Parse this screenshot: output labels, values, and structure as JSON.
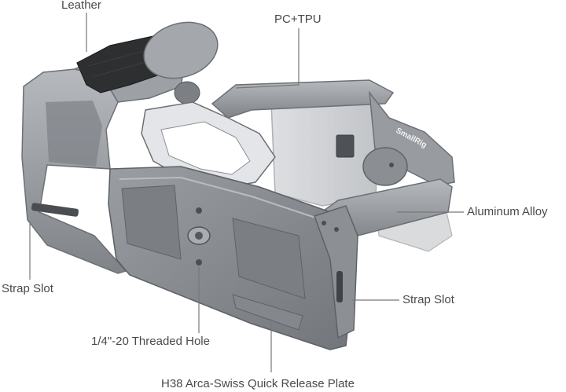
{
  "product": {
    "subject": "camera-cage",
    "brand_mark": "SmallRig",
    "colors": {
      "body": "#8e9297",
      "body_dark": "#6c7075",
      "body_light": "#b3b6ba",
      "leather": "#2e2f31",
      "insert": "#c9ccd0",
      "leader": "#777777",
      "text": "#4a4a4a"
    }
  },
  "callouts": {
    "leather": "Leather",
    "pc_tpu": "PC+TPU",
    "aluminum_alloy": "Aluminum Alloy",
    "strap_slot_left": "Strap Slot",
    "strap_slot_right": "Strap Slot",
    "threaded_hole": "1/4\"-20 Threaded Hole",
    "quick_release_plate": "H38 Arca-Swiss Quick Release Plate"
  }
}
